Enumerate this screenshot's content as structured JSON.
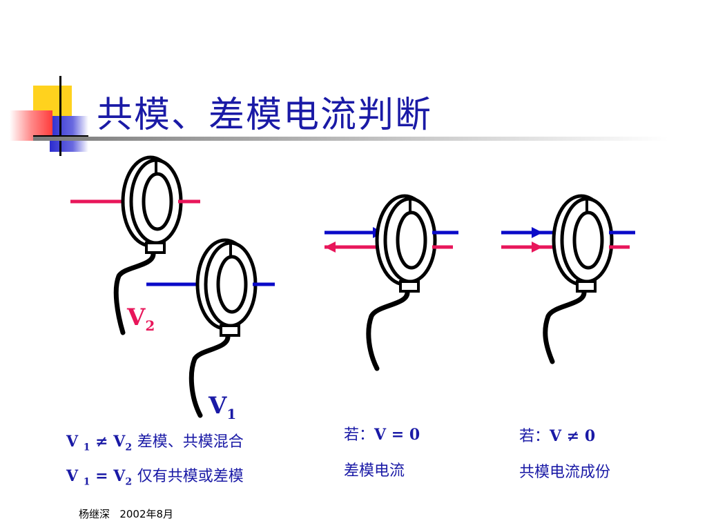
{
  "title": "共模、差模电流判断",
  "labels": {
    "v2_main": "V",
    "v2_sub": "2",
    "v1_main": "V",
    "v1_sub": "1"
  },
  "notes": {
    "mixed": {
      "v_a": "V",
      "sub_a": "1",
      "op": "≠",
      "v_b": "V",
      "sub_b": "2",
      "text": "差模、共模混合"
    },
    "single": {
      "v_a": "V",
      "sub_a": "1",
      "op": "=",
      "v_b": "V",
      "sub_b": "2",
      "text": "仅有共模或差模"
    },
    "diff_cond": {
      "prefix": "若：",
      "expr": "V = 0"
    },
    "diff_text": "差模电流",
    "common_cond": {
      "prefix": "若：",
      "expr": "V ≠ 0"
    },
    "common_text": "共模电流成份"
  },
  "footer": {
    "author": "杨继深",
    "date": "2002年8月"
  },
  "colors": {
    "title": "#1a1aa6",
    "blue_wire": "#0a0ac8",
    "red_wire": "#e8165a",
    "text_blue": "#1a1aa6"
  }
}
